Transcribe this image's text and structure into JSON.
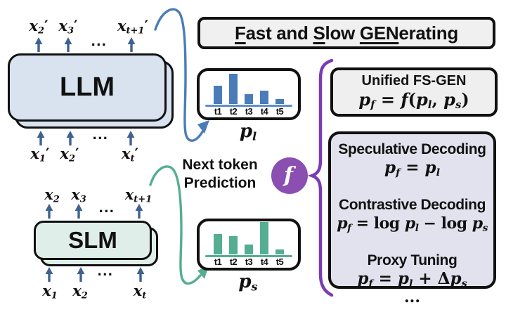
{
  "title_box": {
    "parts": [
      {
        "t": "F",
        "u": true
      },
      {
        "t": "ast and "
      },
      {
        "t": "S",
        "u": true
      },
      {
        "t": "low "
      },
      {
        "t": "GEN",
        "u": true
      },
      {
        "t": "erating"
      }
    ]
  },
  "llm": {
    "label": "LLM",
    "outputs": [
      [
        {
          "t": "x"
        },
        {
          "t": "2",
          "sub": true
        },
        {
          "t": "′",
          "rm": true
        }
      ],
      [
        {
          "t": "x"
        },
        {
          "t": "3",
          "sub": true
        },
        {
          "t": "′",
          "rm": true
        }
      ],
      [
        {
          "t": "x"
        },
        {
          "t": "t+1",
          "sub": true
        },
        {
          "t": "′",
          "rm": true
        }
      ]
    ],
    "inputs": [
      [
        {
          "t": "x"
        },
        {
          "t": "1",
          "sub": true
        },
        {
          "t": "′",
          "rm": true
        }
      ],
      [
        {
          "t": "x"
        },
        {
          "t": "2",
          "sub": true
        },
        {
          "t": "′",
          "rm": true
        }
      ],
      [
        {
          "t": "x"
        },
        {
          "t": "t",
          "sub": true
        },
        {
          "t": "′",
          "rm": true
        }
      ]
    ],
    "dots": "..."
  },
  "slm": {
    "label": "SLM",
    "outputs": [
      [
        {
          "t": "x"
        },
        {
          "t": "2",
          "sub": true
        }
      ],
      [
        {
          "t": "x"
        },
        {
          "t": "3",
          "sub": true
        }
      ],
      [
        {
          "t": "x"
        },
        {
          "t": "t+1",
          "sub": true
        }
      ]
    ],
    "inputs": [
      [
        {
          "t": "x"
        },
        {
          "t": "1",
          "sub": true
        }
      ],
      [
        {
          "t": "x"
        },
        {
          "t": "2",
          "sub": true
        }
      ],
      [
        {
          "t": "x"
        },
        {
          "t": "t",
          "sub": true
        }
      ]
    ],
    "dots": "..."
  },
  "next_token": {
    "line1": "Next token",
    "line2": "Prediction"
  },
  "combine_fn": [
    {
      "t": "f"
    }
  ],
  "p_l_label": [
    {
      "t": "p"
    },
    {
      "t": "l",
      "sub": true
    }
  ],
  "p_s_label": [
    {
      "t": "p"
    },
    {
      "t": "s",
      "sub": true
    }
  ],
  "unified": {
    "title": "Unified FS-GEN",
    "formula": [
      {
        "t": "p"
      },
      {
        "t": "f",
        "sub": true
      },
      {
        "t": " = ",
        "rm": true
      },
      {
        "t": "f"
      },
      {
        "t": "(",
        "rm": true
      },
      {
        "t": "p"
      },
      {
        "t": "l",
        "sub": true
      },
      {
        "t": ", ",
        "rm": true
      },
      {
        "t": "p"
      },
      {
        "t": "s",
        "sub": true
      },
      {
        "t": ")",
        "rm": true
      }
    ]
  },
  "methods": {
    "items": [
      {
        "name": "Speculative Decoding",
        "formula": [
          {
            "t": "p"
          },
          {
            "t": "f",
            "sub": true
          },
          {
            "t": " = ",
            "rm": true
          },
          {
            "t": "p"
          },
          {
            "t": "l",
            "sub": true
          }
        ]
      },
      {
        "name": "Contrastive Decoding",
        "formula": [
          {
            "t": "p"
          },
          {
            "t": "f",
            "sub": true
          },
          {
            "t": " = ",
            "rm": true
          },
          {
            "t": "log ",
            "rm": true
          },
          {
            "t": "p"
          },
          {
            "t": "l",
            "sub": true
          },
          {
            "t": " − ",
            "rm": true
          },
          {
            "t": "log ",
            "rm": true
          },
          {
            "t": "p"
          },
          {
            "t": "s",
            "sub": true
          }
        ]
      },
      {
        "name": "Proxy Tuning",
        "formula": [
          {
            "t": "p"
          },
          {
            "t": "f",
            "sub": true
          },
          {
            "t": " = ",
            "rm": true
          },
          {
            "t": "p"
          },
          {
            "t": "l",
            "sub": true
          },
          {
            "t": " + ",
            "rm": true
          },
          {
            "t": "Δ",
            "rm": true
          },
          {
            "t": "p"
          },
          {
            "t": "s",
            "sub": true
          }
        ]
      }
    ],
    "ellipsis": "..."
  },
  "chart_data": [
    {
      "type": "bar",
      "title": "p_l",
      "categories": [
        "t1",
        "t2",
        "t3",
        "t4",
        "t5"
      ],
      "values": [
        0.55,
        0.9,
        0.3,
        0.4,
        0.15
      ],
      "ylim": [
        0,
        1
      ],
      "bar_color": "#4a7cb8",
      "axis_color": "#5d8fc9",
      "legend": "none",
      "grid": false
    },
    {
      "type": "bar",
      "title": "p_s",
      "categories": [
        "t1",
        "t2",
        "t3",
        "t4",
        "t5"
      ],
      "values": [
        0.6,
        0.55,
        0.3,
        0.95,
        0.15
      ],
      "ylim": [
        0,
        1
      ],
      "bar_color": "#55ad92",
      "axis_color": "#55ad92",
      "legend": "none",
      "grid": false
    }
  ],
  "colors": {
    "llm_fill": "#d9e3ef",
    "slm_fill": "#dfeee8",
    "blue": "#4a7cb8",
    "green": "#55ad92",
    "purple": "#8a4fb0",
    "brace_purple": "#7a3cb3",
    "arrow_blue": "#3e618f",
    "title_fill": "#f0f0f0",
    "unified_fill": "#efefef",
    "methods_fill": "#e2e2ef"
  }
}
